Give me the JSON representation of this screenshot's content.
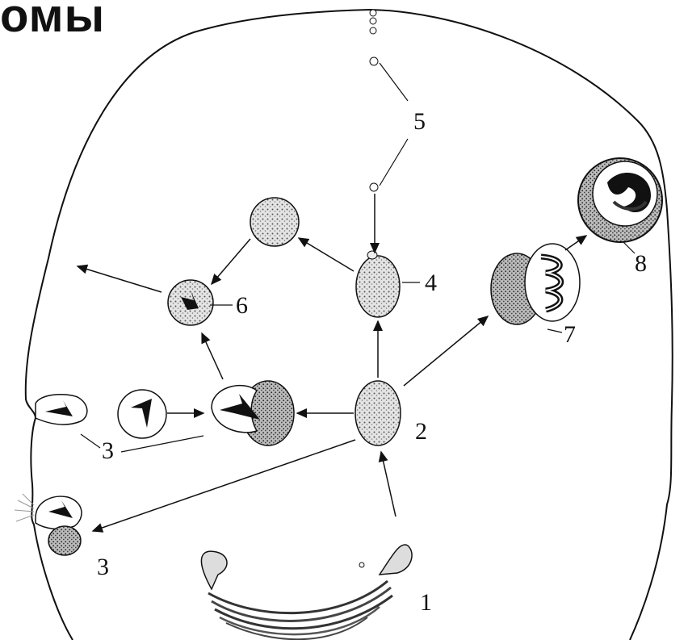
{
  "title_fragment": "омы",
  "callouts": [
    "1",
    "2",
    "3",
    "3",
    "4",
    "5",
    "6",
    "7",
    "8"
  ],
  "colors": {
    "ink": "#111111",
    "background": "#ffffff",
    "vesicle_fill": "#d9d9d9"
  }
}
